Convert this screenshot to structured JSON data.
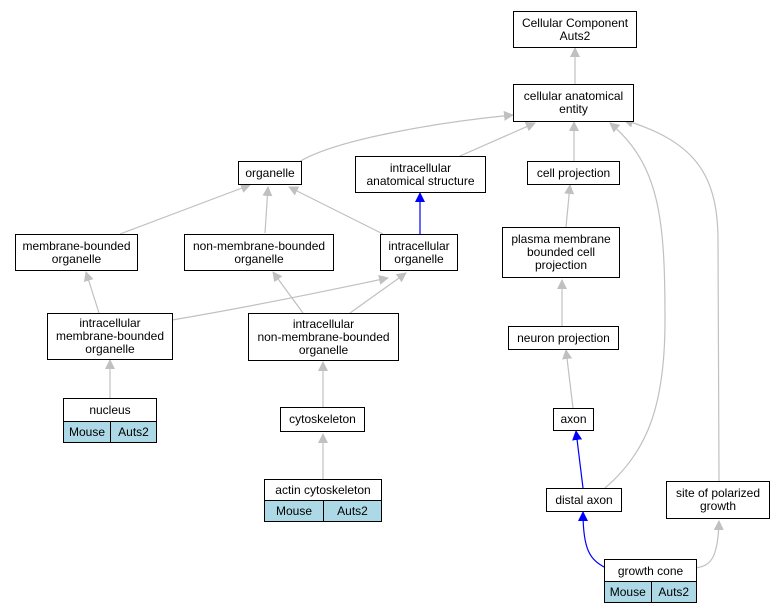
{
  "colors": {
    "edge_gray": "#c0c0c0",
    "edge_blue": "#0000ff",
    "annotation_fill": "#add8e6"
  },
  "nodes": {
    "cellular_component": "Cellular Component\nAuts2",
    "cellular_anatomical_entity": "cellular anatomical\nentity",
    "organelle": "organelle",
    "intracellular_anatomical_structure": "intracellular\nanatomical structure",
    "cell_projection": "cell projection",
    "membrane_bounded_organelle": "membrane-bounded\norganelle",
    "non_membrane_bounded_organelle": "non-membrane-bounded\norganelle",
    "intracellular_organelle": "intracellular\norganelle",
    "plasma_membrane_bounded_cell_projection": "plasma membrane\nbounded cell\nprojection",
    "intracellular_membrane_bounded_organelle": "intracellular\nmembrane-bounded\norganelle",
    "intracellular_non_membrane_bounded_organelle": "intracellular\nnon-membrane-bounded\norganelle",
    "neuron_projection": "neuron projection",
    "nucleus": {
      "title": "nucleus",
      "species": "Mouse",
      "gene": "Auts2"
    },
    "cytoskeleton": "cytoskeleton",
    "axon": "axon",
    "actin_cytoskeleton": {
      "title": "actin cytoskeleton",
      "species": "Mouse",
      "gene": "Auts2"
    },
    "distal_axon": "distal axon",
    "site_of_polarized_growth": "site of polarized\ngrowth",
    "growth_cone": {
      "title": "growth cone",
      "species": "Mouse",
      "gene": "Auts2"
    }
  }
}
